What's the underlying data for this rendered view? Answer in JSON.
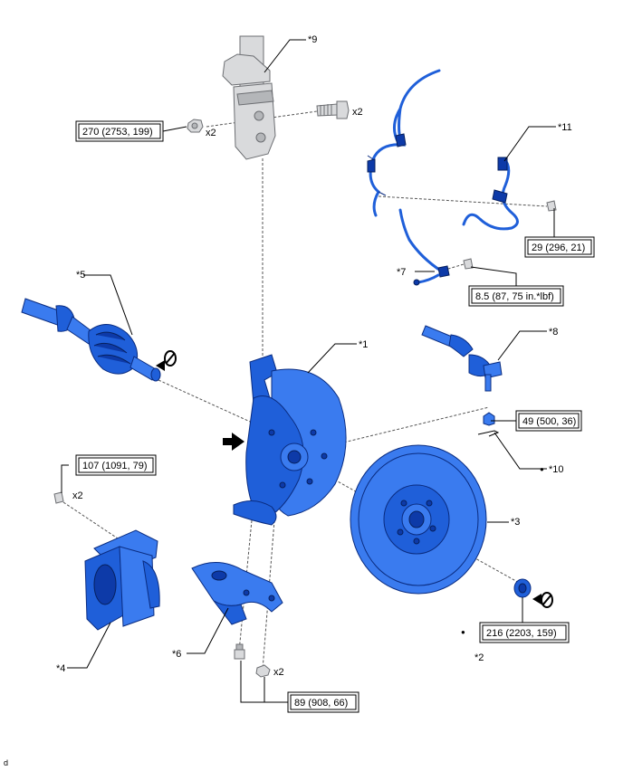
{
  "labels": {
    "p1": "*1",
    "p2": "*2",
    "p3": "*3",
    "p4": "*4",
    "p5": "*5",
    "p6": "*6",
    "p7": "*7",
    "p8": "*8",
    "p9": "*9",
    "p10": "*10",
    "p11": "*11"
  },
  "torques": {
    "t270": "270 (2753, 199)",
    "t29": "29 (296, 21)",
    "t85": "8.5 (87, 75 in.*lbf)",
    "t49": "49 (500, 36)",
    "t107": "107 (1091, 79)",
    "t216": "216 (2203, 159)",
    "t89": "89 (908, 66)"
  },
  "quantities": {
    "q_strut_bolt": "x2",
    "q_strut_nut": "x2",
    "q_caliper": "x2",
    "q_bottom": "x2"
  },
  "markers": {
    "bullet_10": "●",
    "bullet_2": "●"
  },
  "footer": "d",
  "colors": {
    "part_blue": "#1f5fd9",
    "part_grey": "#d9dadc"
  }
}
